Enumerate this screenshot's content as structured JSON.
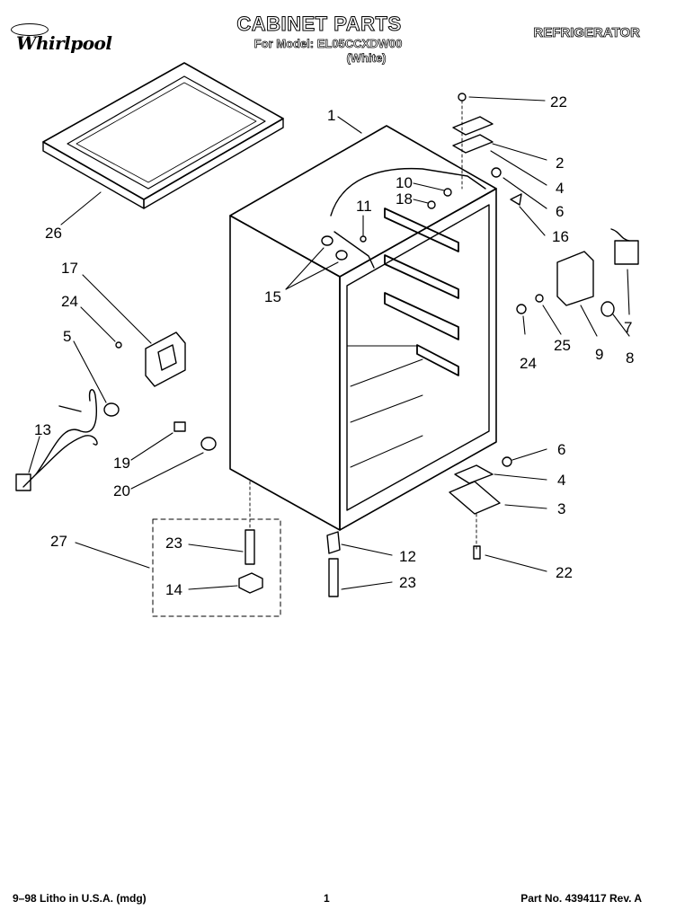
{
  "header": {
    "brand": "Whirlpool",
    "title": "CABINET PARTS",
    "model_line": "For Model: EL05CCXDW00",
    "model_color": "(White)",
    "appliance": "REFRIGERATOR"
  },
  "callouts": [
    {
      "id": "c1",
      "label": "1"
    },
    {
      "id": "c2",
      "label": "2"
    },
    {
      "id": "c3",
      "label": "3"
    },
    {
      "id": "c4a",
      "label": "4"
    },
    {
      "id": "c4b",
      "label": "4"
    },
    {
      "id": "c5",
      "label": "5"
    },
    {
      "id": "c6a",
      "label": "6"
    },
    {
      "id": "c6b",
      "label": "6"
    },
    {
      "id": "c7",
      "label": "7"
    },
    {
      "id": "c8",
      "label": "8"
    },
    {
      "id": "c9",
      "label": "9"
    },
    {
      "id": "c10",
      "label": "10"
    },
    {
      "id": "c11",
      "label": "11"
    },
    {
      "id": "c12",
      "label": "12"
    },
    {
      "id": "c13",
      "label": "13"
    },
    {
      "id": "c14",
      "label": "14"
    },
    {
      "id": "c15",
      "label": "15"
    },
    {
      "id": "c16",
      "label": "16"
    },
    {
      "id": "c17",
      "label": "17"
    },
    {
      "id": "c18",
      "label": "18"
    },
    {
      "id": "c19",
      "label": "19"
    },
    {
      "id": "c20",
      "label": "20"
    },
    {
      "id": "c22a",
      "label": "22"
    },
    {
      "id": "c22b",
      "label": "22"
    },
    {
      "id": "c23a",
      "label": "23"
    },
    {
      "id": "c23b",
      "label": "23"
    },
    {
      "id": "c24a",
      "label": "24"
    },
    {
      "id": "c24b",
      "label": "24"
    },
    {
      "id": "c25",
      "label": "25"
    },
    {
      "id": "c26",
      "label": "26"
    },
    {
      "id": "c27",
      "label": "27"
    }
  ],
  "footer": {
    "left": "9–98 Litho in U.S.A. (mdg)",
    "page": "1",
    "part_no": "Part No. 4394117 Rev. A"
  }
}
